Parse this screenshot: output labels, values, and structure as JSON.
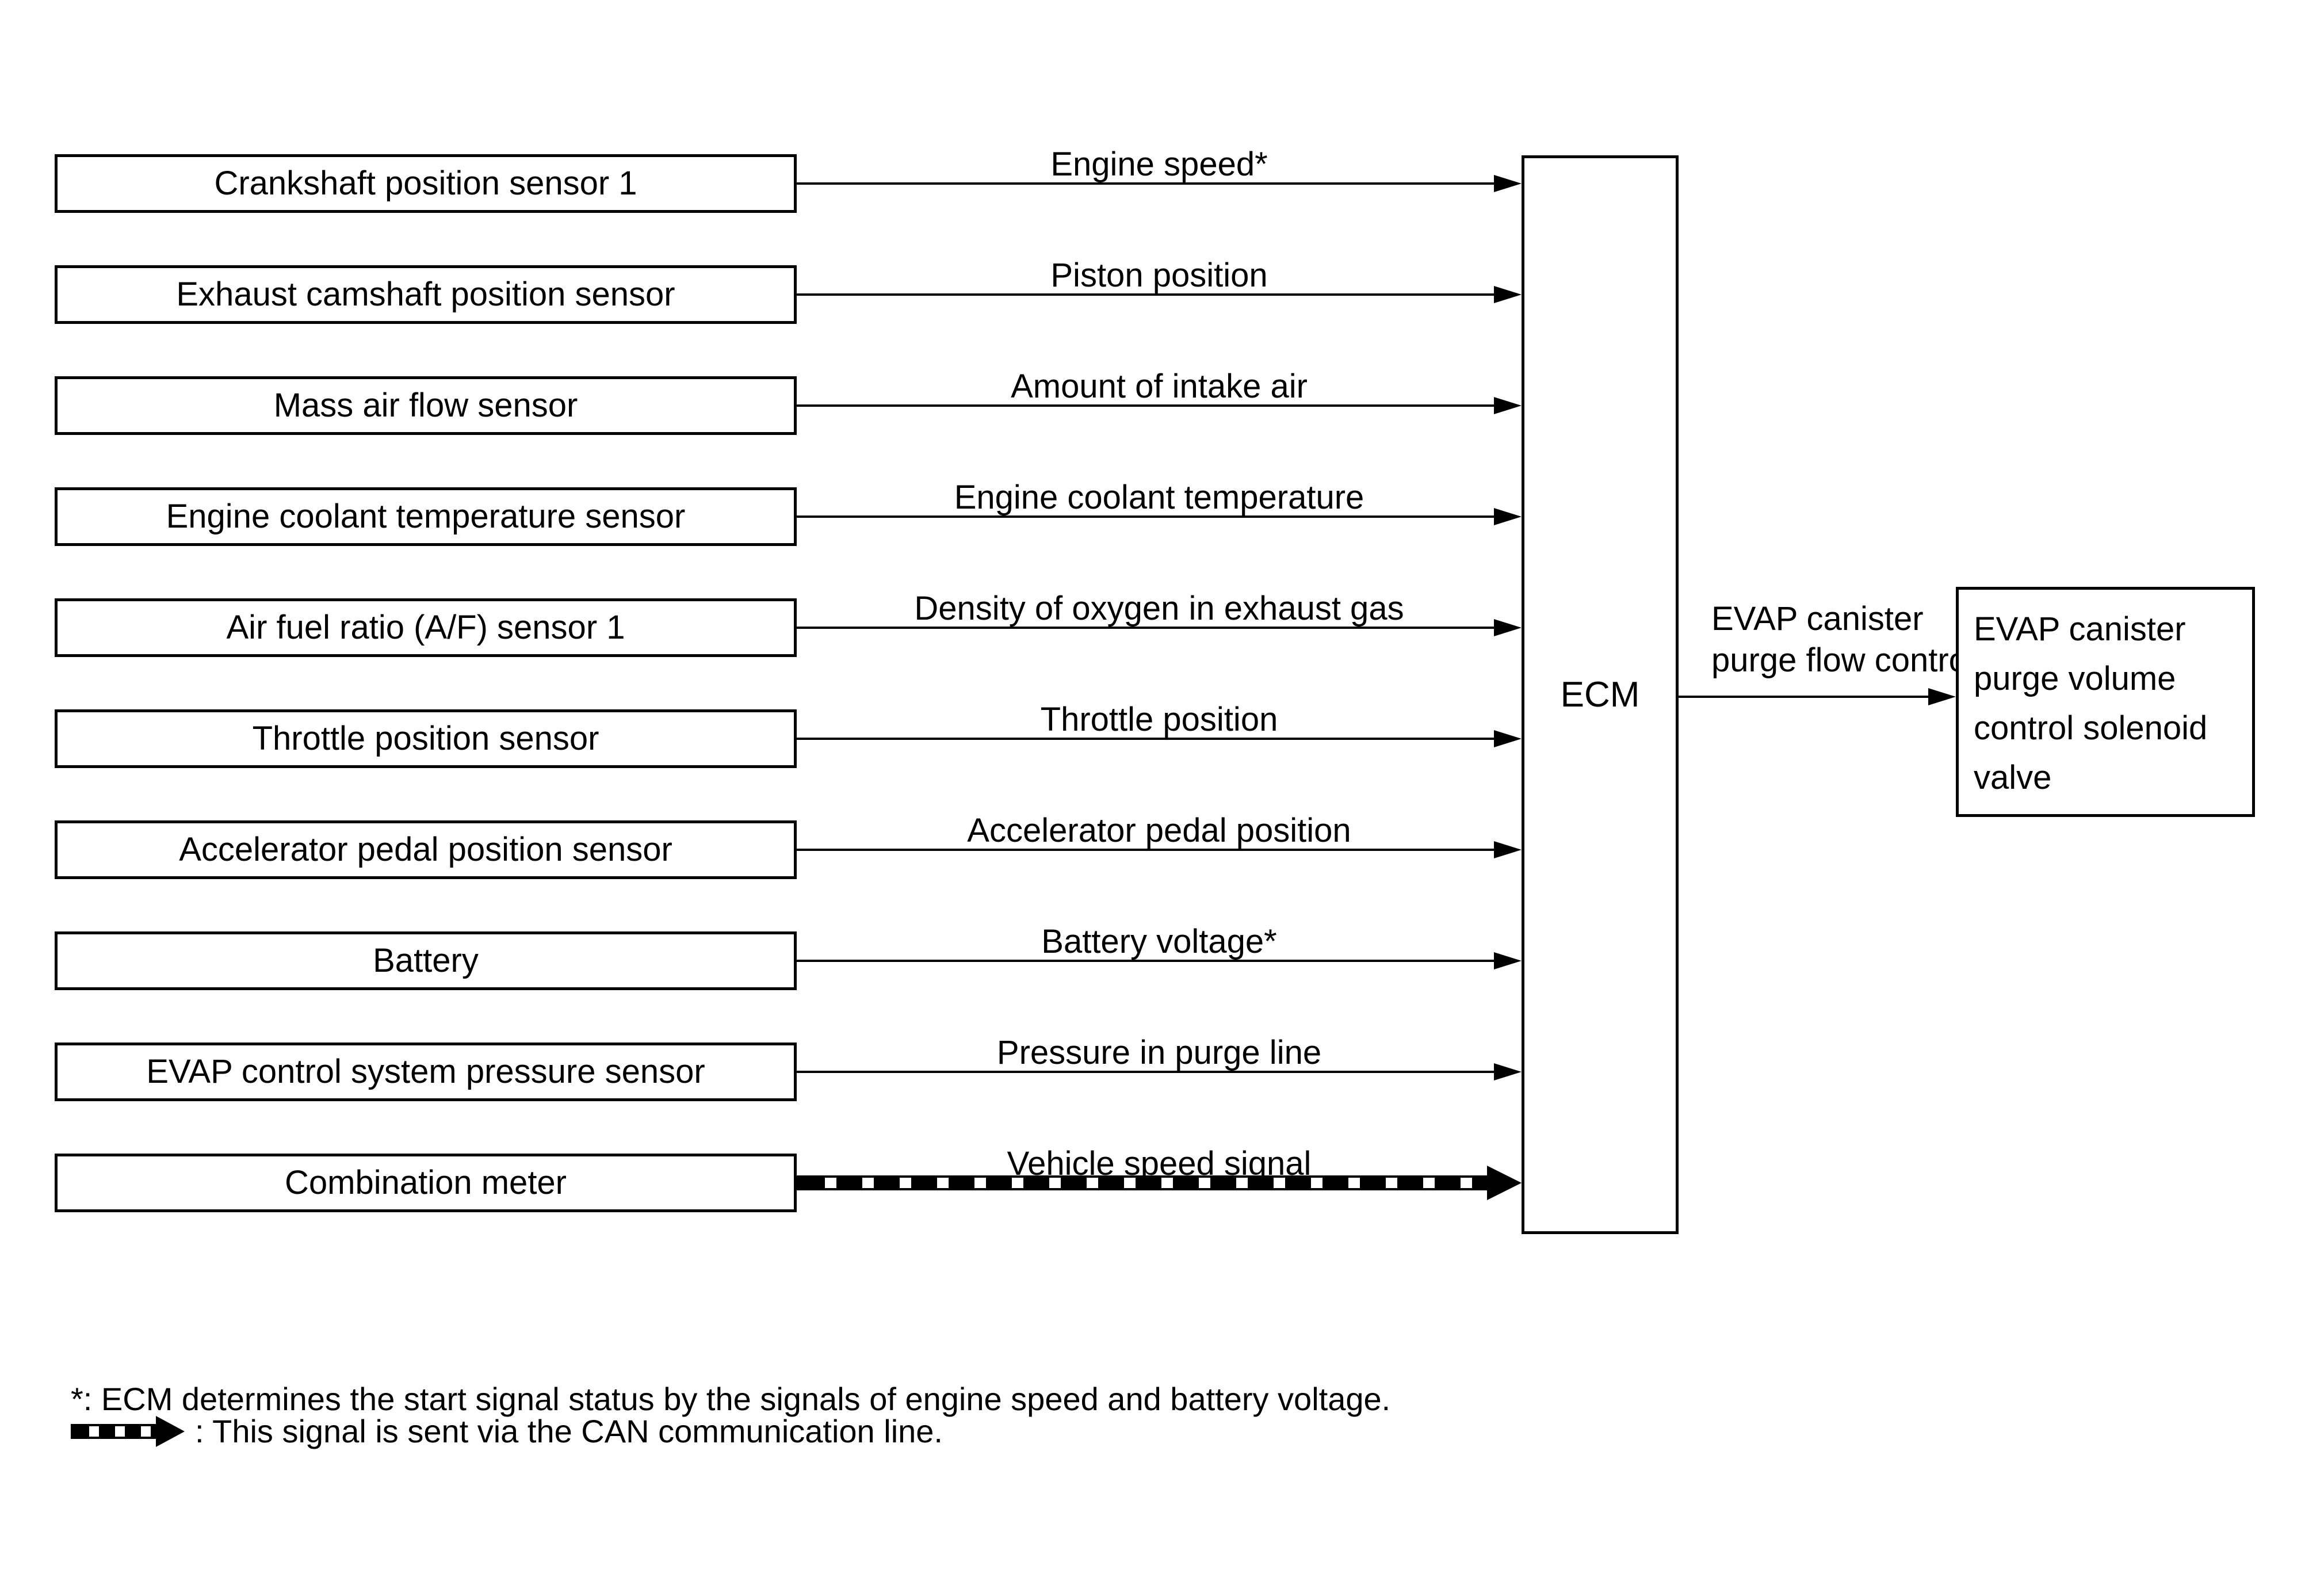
{
  "diagram": {
    "colors": {
      "background": "#ffffff",
      "stroke": "#000000"
    },
    "sensors": [
      {
        "label": "Crankshaft position sensor 1",
        "signal": "Engine speed*",
        "can": false
      },
      {
        "label": "Exhaust camshaft position sensor",
        "signal": "Piston position",
        "can": false
      },
      {
        "label": "Mass air flow sensor",
        "signal": "Amount of intake air",
        "can": false
      },
      {
        "label": "Engine coolant temperature sensor",
        "signal": "Engine coolant temperature",
        "can": false
      },
      {
        "label": "Air fuel ratio (A/F) sensor 1",
        "signal": "Density of oxygen in exhaust gas",
        "can": false
      },
      {
        "label": "Throttle position sensor",
        "signal": "Throttle position",
        "can": false
      },
      {
        "label": "Accelerator pedal position sensor",
        "signal": "Accelerator pedal position",
        "can": false
      },
      {
        "label": "Battery",
        "signal": "Battery voltage*",
        "can": false
      },
      {
        "label": "EVAP control system pressure sensor",
        "signal": "Pressure in purge line",
        "can": false
      },
      {
        "label": "Combination meter",
        "signal": "Vehicle speed signal",
        "can": true
      }
    ],
    "ecm_label": "ECM",
    "output": {
      "signal_line1": "EVAP canister",
      "signal_line2": "purge flow control",
      "target_lines": [
        "EVAP canister",
        "purge volume",
        "control solenoid",
        "valve"
      ]
    },
    "notes": {
      "asterisk": "*: ECM determines the start signal status by the signals of engine speed and battery voltage.",
      "can": ": This signal is sent via the CAN communication line."
    }
  }
}
